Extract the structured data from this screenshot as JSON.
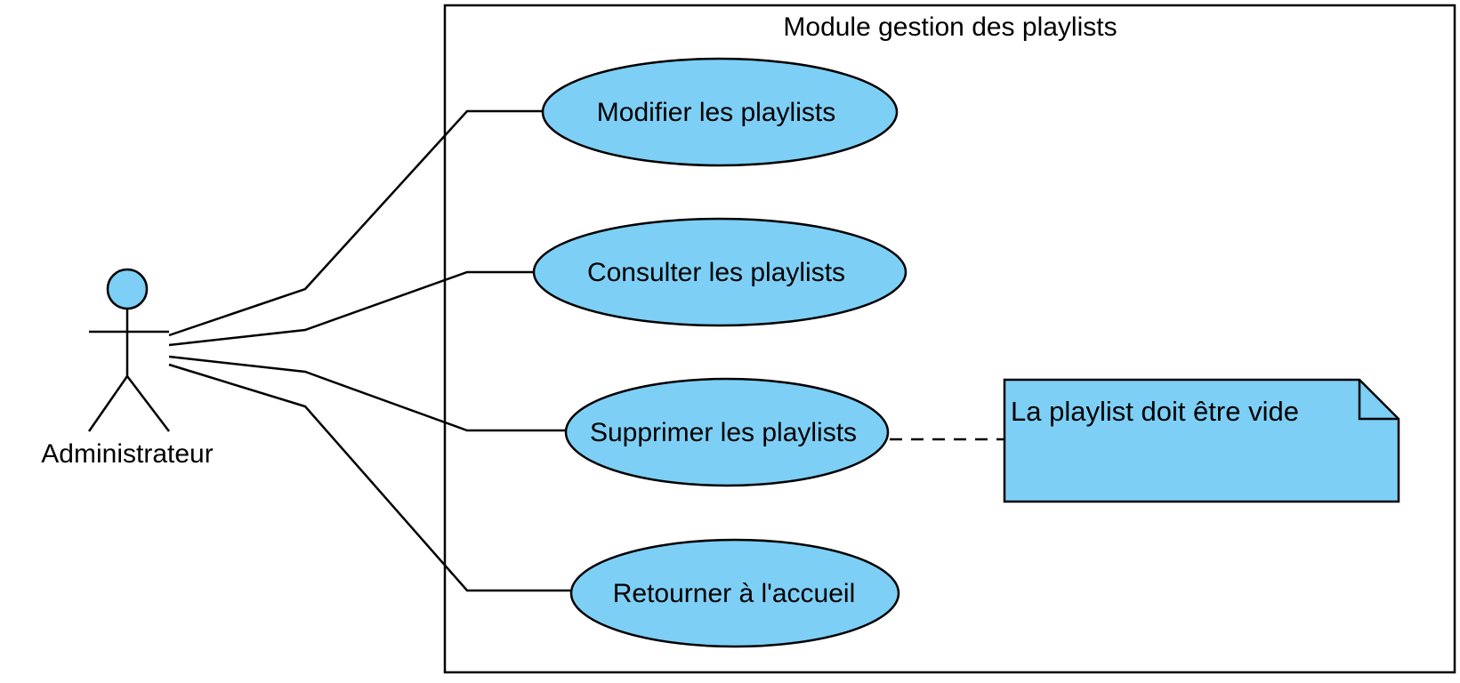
{
  "system": {
    "title": "Module gestion des playlists"
  },
  "actor": {
    "name": "Administrateur"
  },
  "use_cases": [
    {
      "label": "Modifier les playlists"
    },
    {
      "label": "Consulter les playlists"
    },
    {
      "label": "Supprimer les playlists"
    },
    {
      "label": "Retourner à l'accueil"
    }
  ],
  "note": {
    "text": "La playlist doit être vide"
  },
  "colors": {
    "fill": "#7dcff5",
    "stroke": "#000000",
    "background": "#ffffff"
  }
}
